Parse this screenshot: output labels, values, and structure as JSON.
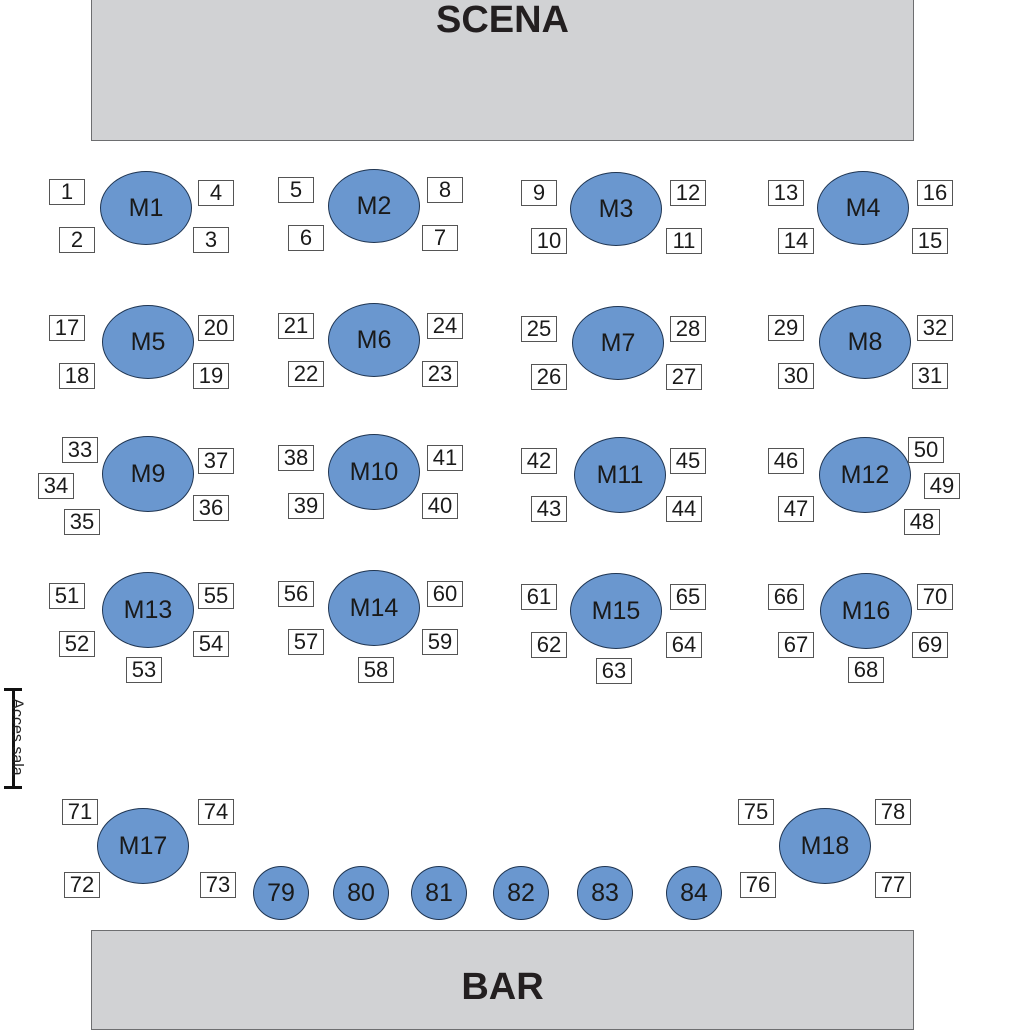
{
  "stage_label": "SCENA",
  "bar_label": "BAR",
  "entrance_label": "Acces sala",
  "colors": {
    "table": "#6a97cf",
    "area": "#d1d2d4"
  },
  "tables": [
    "M1",
    "M2",
    "M3",
    "M4",
    "M5",
    "M6",
    "M7",
    "M8",
    "M9",
    "M10",
    "M11",
    "M12",
    "M13",
    "M14",
    "M15",
    "M16",
    "M17",
    "M18",
    "79",
    "80",
    "81",
    "82",
    "83",
    "84"
  ],
  "seats": [
    "1",
    "2",
    "3",
    "4",
    "5",
    "6",
    "7",
    "8",
    "9",
    "10",
    "11",
    "12",
    "13",
    "14",
    "15",
    "16",
    "17",
    "18",
    "19",
    "20",
    "21",
    "22",
    "23",
    "24",
    "25",
    "26",
    "27",
    "28",
    "29",
    "30",
    "31",
    "32",
    "33",
    "34",
    "35",
    "36",
    "37",
    "38",
    "39",
    "40",
    "41",
    "42",
    "43",
    "44",
    "45",
    "46",
    "47",
    "48",
    "49",
    "50",
    "51",
    "52",
    "53",
    "54",
    "55",
    "56",
    "57",
    "58",
    "59",
    "60",
    "61",
    "62",
    "63",
    "64",
    "65",
    "66",
    "67",
    "68",
    "69",
    "70",
    "71",
    "72",
    "73",
    "74",
    "75",
    "76",
    "77",
    "78"
  ]
}
